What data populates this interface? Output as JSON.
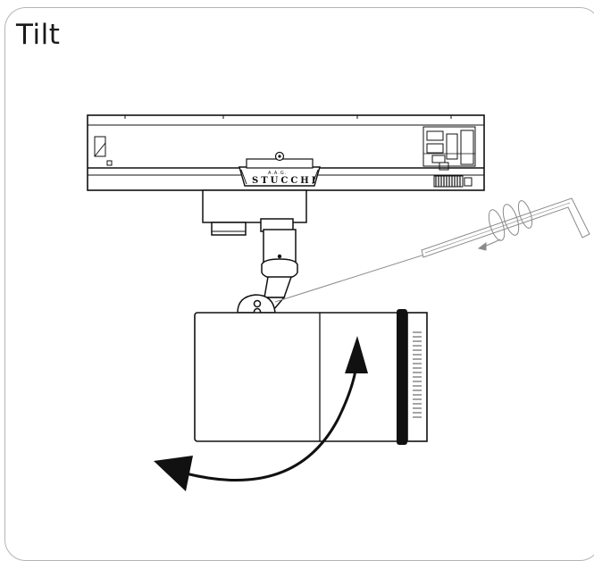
{
  "title": "Tilt",
  "brand": {
    "name": "STUCCHI",
    "mark": "A.A.G."
  },
  "colors": {
    "line": "#111111",
    "frame": "#b4b4b4",
    "thin_line": "#8a8a8a"
  },
  "icons": [
    "tilt-arrow-icon",
    "allen-key-icon",
    "rotation-arrow-icon"
  ]
}
